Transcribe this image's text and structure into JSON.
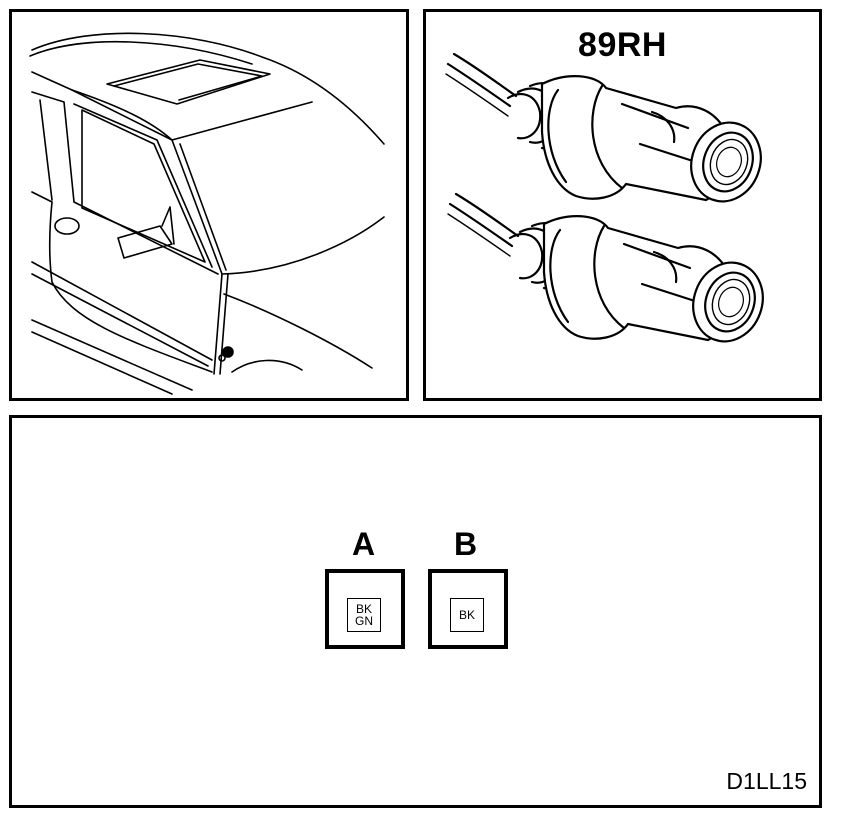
{
  "connector_panel": {
    "title": "89RH"
  },
  "pins": [
    {
      "letter": "A",
      "colors": [
        "BK",
        "GN"
      ]
    },
    {
      "letter": "B",
      "colors": [
        "BK"
      ]
    }
  ],
  "diagram_code": "D1LL15",
  "icons": [
    "car-door-icon",
    "connector-plug-icon"
  ]
}
